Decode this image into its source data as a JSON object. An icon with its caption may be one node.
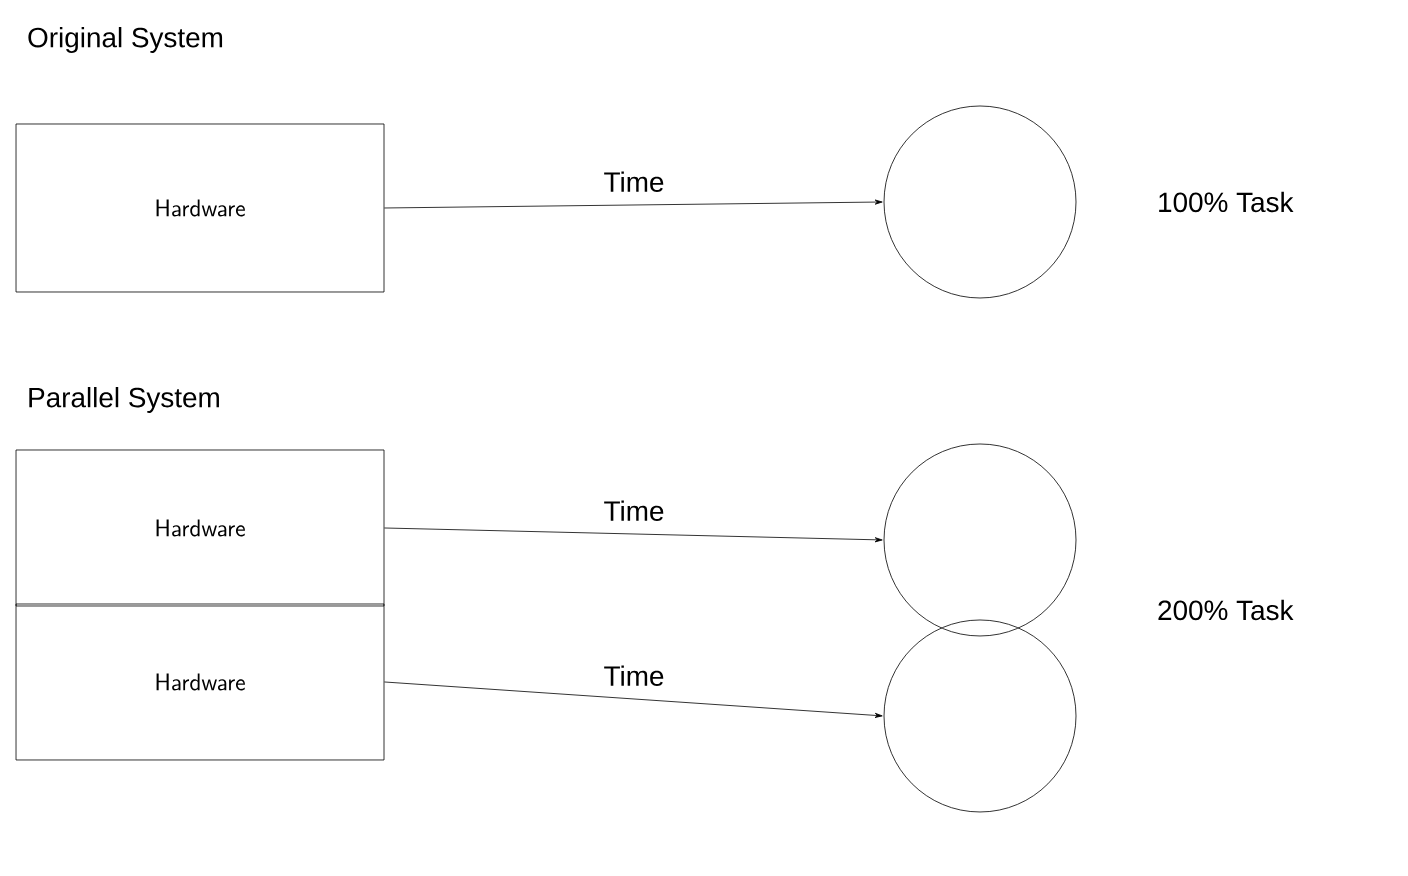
{
  "diagram": {
    "nodes": [
      {
        "text": [
          "Hardware"
        ]
      },
      {
        "text": [],
        "shape": "circle",
        "beside": [
          "100% Task"
        ]
      },
      {
        "text": [
          "Hardware"
        ]
      },
      {
        "text": [
          "Hardware"
        ]
      },
      {
        "text": [],
        "shape": "circle"
      },
      {
        "text": [],
        "shape": "circle"
      }
    ],
    "edges": [
      {
        "from": 0,
        "to": 1,
        "arrow": "to",
        "label": "Time"
      },
      {
        "from": 2,
        "to": 4,
        "arrow": "to",
        "label": "Time"
      },
      {
        "from": 3,
        "to": 5,
        "arrow": "to",
        "label": "Time"
      }
    ],
    "labels": [
      "Original System",
      "Parallel System",
      "200% Task"
    ]
  }
}
